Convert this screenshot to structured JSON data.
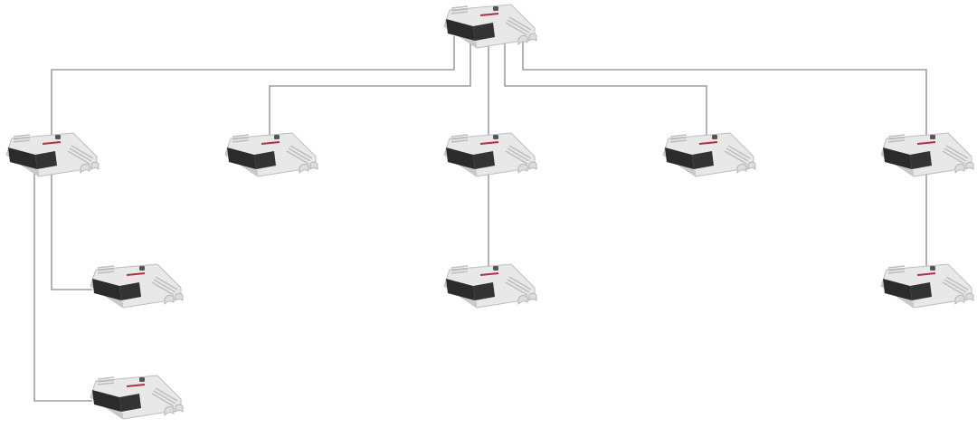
{
  "diagram": {
    "type": "ecu-network-tree",
    "node_icon": "ecu-module-icon",
    "colors": {
      "line": "#8a8a8a",
      "housing": "#e6e6e6",
      "housing_shadow": "#b8b8b8",
      "connector": "#2a2a2a",
      "label_stripe": "#b03040"
    },
    "nodes": [
      {
        "id": "root"
      },
      {
        "id": "l1-a"
      },
      {
        "id": "l1-b"
      },
      {
        "id": "l1-c"
      },
      {
        "id": "l1-d"
      },
      {
        "id": "l1-e"
      },
      {
        "id": "l2-a1"
      },
      {
        "id": "l2-a2"
      },
      {
        "id": "l2-c1"
      },
      {
        "id": "l2-e1"
      }
    ]
  }
}
